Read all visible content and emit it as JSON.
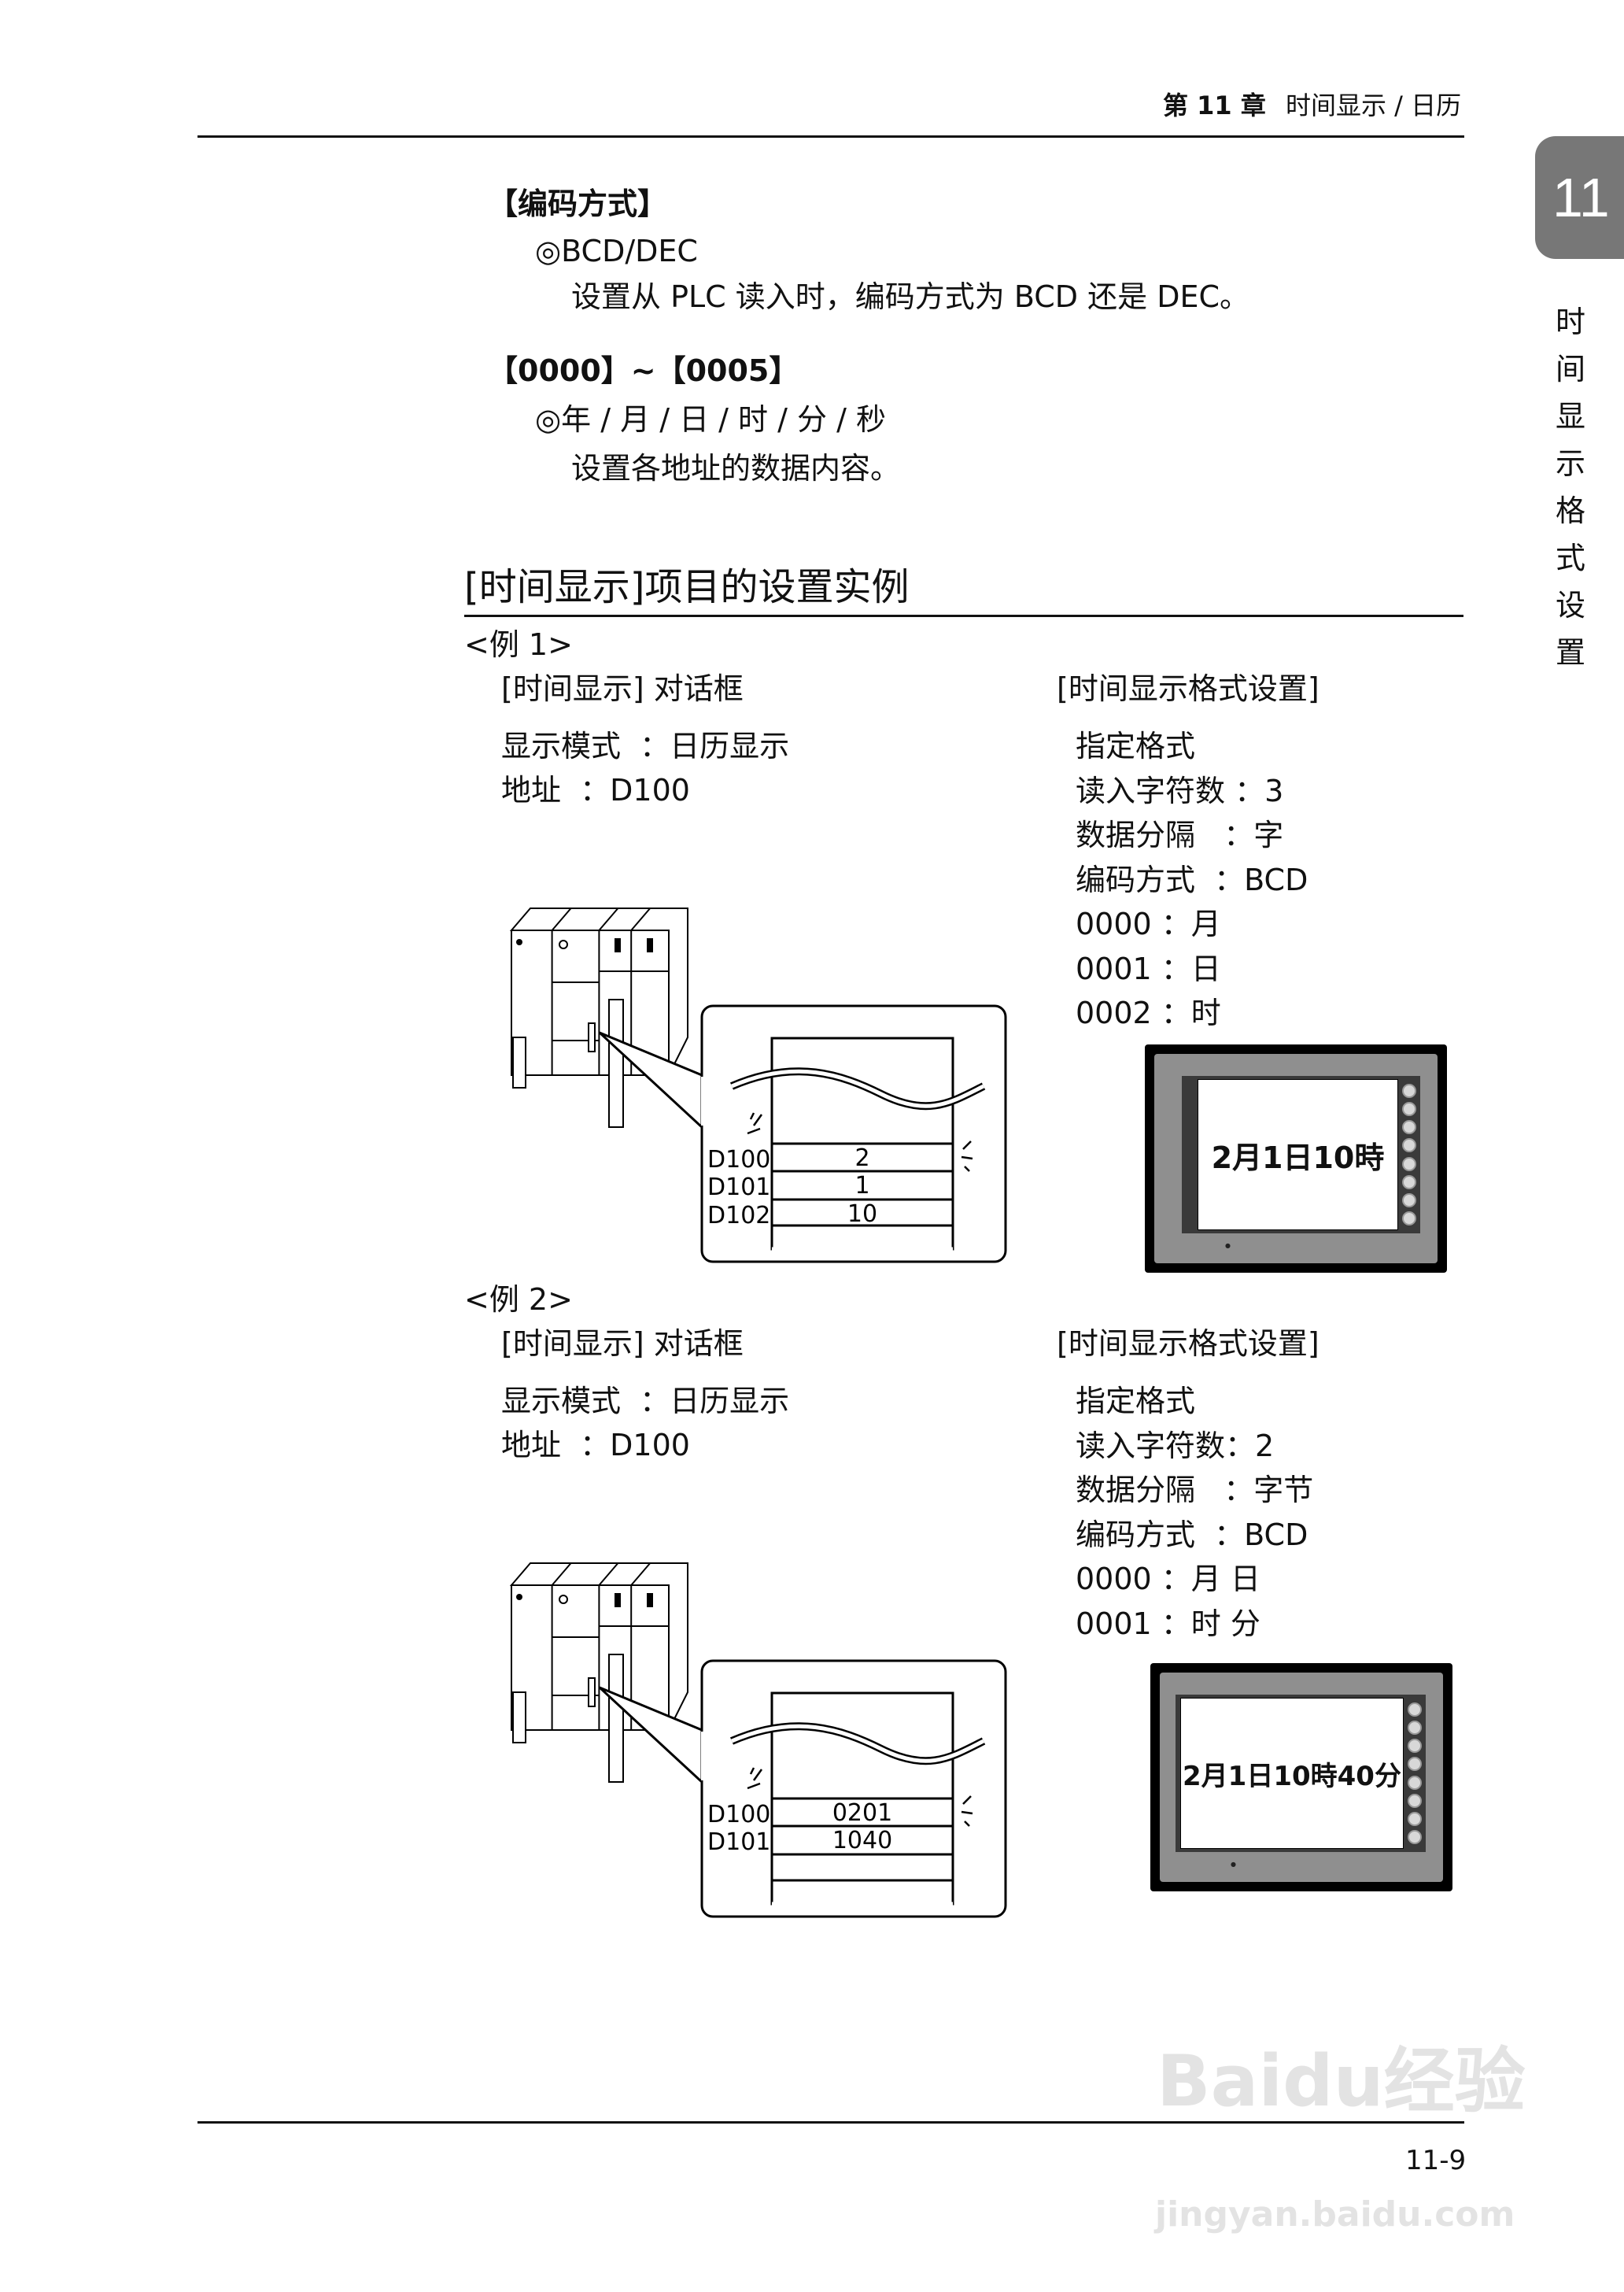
{
  "header": {
    "chapter": "第 11 章",
    "title": "时间显示 / 日历"
  },
  "side_tab": {
    "number": "11",
    "vertical_title": [
      "时",
      "间",
      "显",
      "示",
      "格",
      "式",
      "设",
      "置"
    ]
  },
  "coding": {
    "heading": "【编码方式】",
    "option": "◎BCD/DEC",
    "desc": "设置从 PLC 读入时，编码方式为 BCD 还是 DEC。"
  },
  "addresses": {
    "heading": "【0000】~【0005】",
    "option": "◎年 / 月 / 日 / 时 / 分 / 秒",
    "desc": "设置各地址的数据内容。"
  },
  "section_title": "[时间显示]项目的设置实例",
  "examples": [
    {
      "label": "<例 1>",
      "dialog_title": "[时间显示] 对话框",
      "format_title": "[时间显示格式设置]",
      "dialog_lines": [
        "显示模式  ：日历显示",
        "地址  ：D100"
      ],
      "format_lines": [
        "指定格式",
        "读入字符数 ：3",
        "数据分隔   ：字",
        "编码方式  ：BCD",
        "0000 ：月",
        "0001 ：日",
        "0002 ：时"
      ],
      "registers": [
        {
          "addr": "D100",
          "value": "2"
        },
        {
          "addr": "D101",
          "value": "1"
        },
        {
          "addr": "D102",
          "value": "10"
        }
      ],
      "screen_text": "2月1日10時"
    },
    {
      "label": "<例 2>",
      "dialog_title": "[时间显示] 对话框",
      "format_title": "[时间显示格式设置]",
      "dialog_lines": [
        "显示模式  ：日历显示",
        "地址  ：D100"
      ],
      "format_lines": [
        "指定格式",
        "读入字符数：2",
        "数据分隔   ：字节",
        "编码方式  ：BCD",
        "0000 ：月 日",
        "0001 ：时 分"
      ],
      "registers": [
        {
          "addr": "D100",
          "value": "0201"
        },
        {
          "addr": "D101",
          "value": "1040"
        }
      ],
      "screen_text": "2月1日10時40分"
    }
  ],
  "page_number": "11-9",
  "watermark": {
    "logo": "Baidu经验",
    "url_text": "jingyan.baidu.com"
  }
}
